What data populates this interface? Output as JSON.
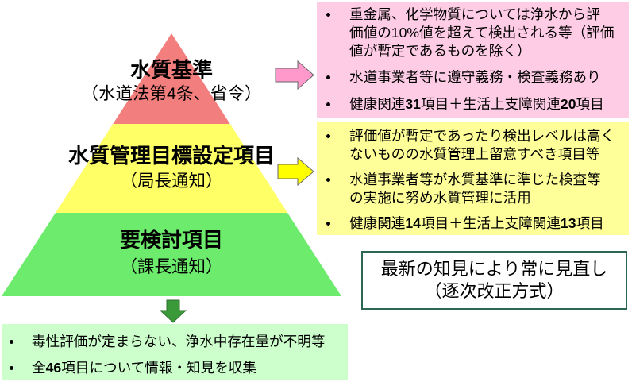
{
  "pyramid": {
    "tiers": [
      {
        "title": "水質基準",
        "subtitle": "（水道法第4条、省令）",
        "color": "#F37E7E"
      },
      {
        "title": "水質管理目標設定項目",
        "subtitle": "（局長通知）",
        "color": "#FFFF66"
      },
      {
        "title": "要検討項目",
        "subtitle": "（課長通知）",
        "color": "#6CEB6C"
      }
    ],
    "down_arrow_color": "#3A9A3A"
  },
  "standards_box": {
    "background": "#FFCCE6",
    "arrow_color": "#FF99CC",
    "bullets": [
      {
        "lines": [
          "重金属、化学物質については浄水から評",
          "価値の10%値を超えて検出される等（評価",
          "値が暫定であるものを除く）"
        ]
      },
      {
        "lines": [
          "水道事業者等に遵守義務・検査義務あり"
        ]
      },
      {
        "parts": [
          "健康関連",
          "31",
          "項目＋生活上支障関連",
          "20",
          "項目"
        ]
      }
    ]
  },
  "management_box": {
    "background": "#FFFF99",
    "arrow_color": "#FFFF00",
    "bullets": [
      {
        "lines": [
          "評価値が暫定であったり検出レベルは高く",
          "ないものの水質管理上留意すべき項目等"
        ]
      },
      {
        "lines": [
          "水道事業者等が水質基準に準じた検査等",
          "の実施に努め水質管理に活用"
        ]
      },
      {
        "parts": [
          "健康関連",
          "14",
          "項目＋生活上支障関連",
          "13",
          "項目"
        ]
      }
    ]
  },
  "review_box": {
    "border_color": "#2E6655",
    "lines": [
      "最新の知見により常に見直し",
      "（逐次改正方式）"
    ]
  },
  "study_box": {
    "background": "#CCFFCC",
    "bullets": [
      {
        "lines": [
          "毒性評価が定まらない、浄水中存在量が不明等"
        ]
      },
      {
        "parts": [
          "全",
          "46",
          "項目について情報・知見を収集"
        ]
      }
    ]
  }
}
